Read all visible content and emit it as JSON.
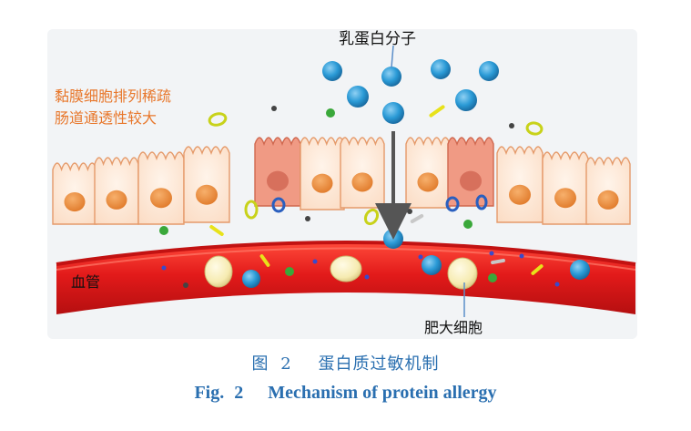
{
  "labels": {
    "protein": "乳蛋白分子",
    "mucosa_line1": "黏膜细胞排列稀疏",
    "mucosa_line2": "肠道通透性较大",
    "blood_vessel": "血管",
    "mast_cell": "肥大细胞"
  },
  "caption": {
    "zh_fig": "图",
    "zh_num": "2",
    "zh_title": "蛋白质过敏机制",
    "en_fig": "Fig.",
    "en_num": "2",
    "en_title": "Mechanism of protein allergy"
  },
  "colors": {
    "background_band": "#f2f4f6",
    "cell_fill": "#fde6d4",
    "cell_stroke": "#e59a6a",
    "nucleus": "#eb8c3a",
    "damaged_cell": "#f09a84",
    "damaged_nucleus": "#d7705c",
    "vessel": "#e21a1a",
    "vessel_dark": "#b50f10",
    "protein": "#2a9ad6",
    "mast_cell": "#f6ebb1",
    "arrow": "#555555",
    "label_orange": "#e8772b",
    "caption_blue": "#2a6fb0"
  }
}
